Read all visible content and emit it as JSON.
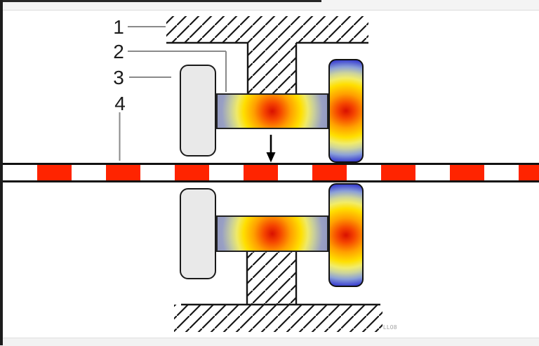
{
  "diagram": {
    "callouts": {
      "label1": "1",
      "label2": "2",
      "label3": "3",
      "label4": "4"
    },
    "signature": "LL08",
    "colors": {
      "stripe_red": "#ff2400",
      "heat_center_red": "#d91000",
      "heat_yellow": "#ffdf00",
      "cold_blue": "#2222b0",
      "block_gray": "#e9e9e9",
      "hatch_line": "#161616",
      "leader_gray": "#8a8a8a"
    }
  }
}
